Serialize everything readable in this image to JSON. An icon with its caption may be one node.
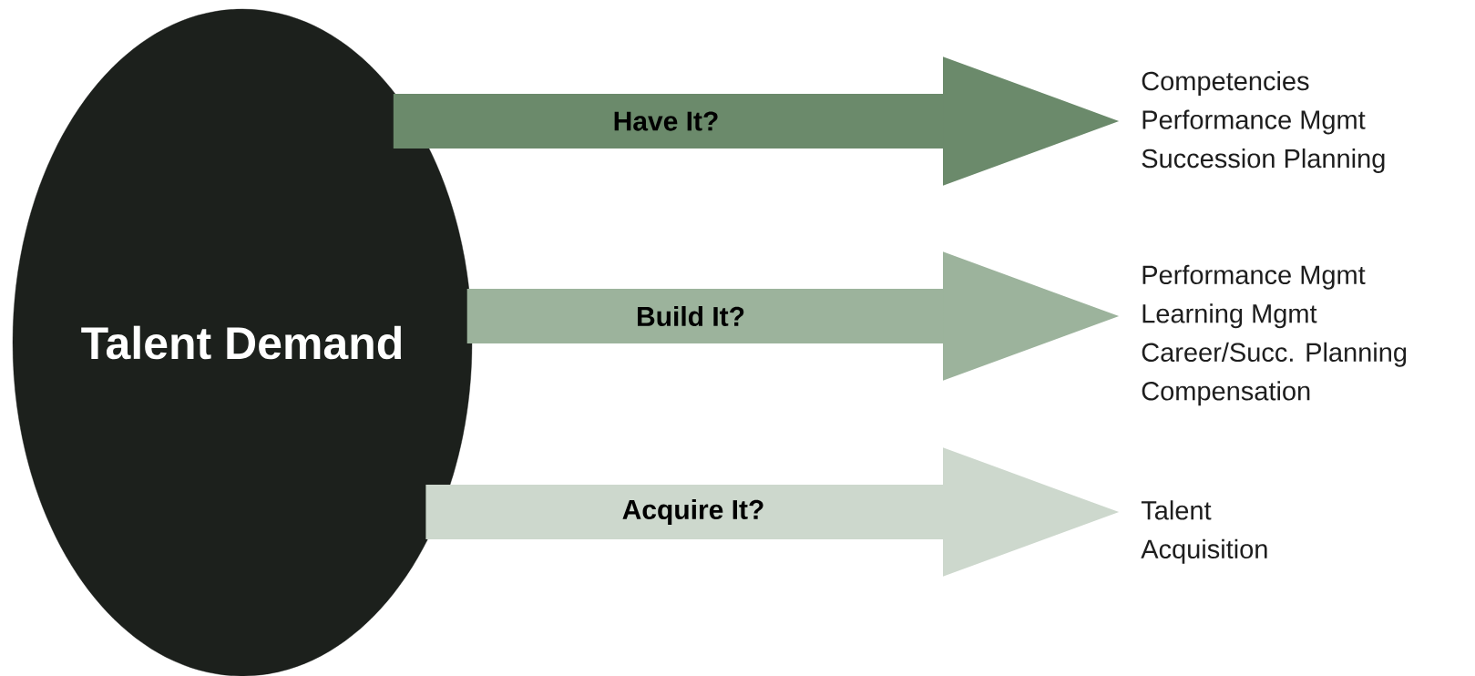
{
  "diagram": {
    "nodes": [
      {
        "text": [
          "Talent Demand"
        ]
      },
      {
        "text": [
          "Competencies",
          "Performance Mgmt",
          "Succession Planning"
        ]
      },
      {
        "text": [
          "Performance Mgmt",
          "Learning Mgmt",
          "Career/Succ. Planning",
          "Compensation"
        ]
      },
      {
        "text": [
          "Talent",
          "Acquisition"
        ]
      }
    ],
    "edges": [
      {
        "from": 0,
        "to": 1,
        "arrow": "to",
        "label": "Have It?",
        "color": "#6b8a6b"
      },
      {
        "from": 0,
        "to": 2,
        "arrow": "to",
        "label": "Build It?",
        "color": "#9cb39c"
      },
      {
        "from": 0,
        "to": 3,
        "arrow": "to",
        "label": "Acquire It?",
        "color": "#cdd8cd"
      }
    ]
  }
}
